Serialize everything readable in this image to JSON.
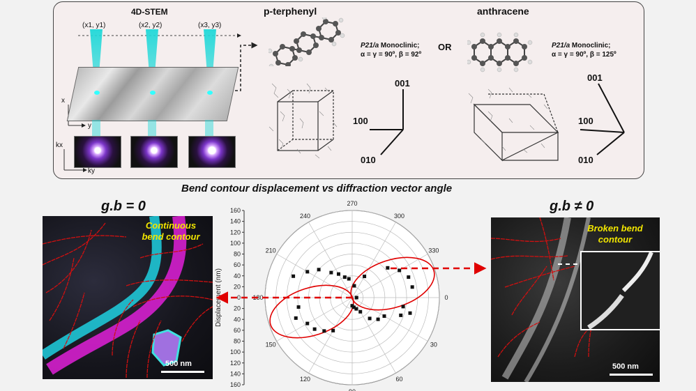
{
  "panel": {
    "technique": "4D-STEM",
    "probe_positions": [
      "(x1, y1)",
      "(x2, y2)",
      "(x3, y3)"
    ],
    "axis_x": "x",
    "axis_y": "y",
    "axis_kx": "kx",
    "axis_ky": "ky"
  },
  "crystals": {
    "terphenyl": {
      "name": "p-terphenyl",
      "space_group": "P21/a",
      "system": "Monoclinic;",
      "angles": "α = γ = 90º, β = 92º",
      "dirs": [
        "001",
        "100",
        "010"
      ]
    },
    "or_label": "OR",
    "anthracene": {
      "name": "anthracene",
      "space_group": "P21/a",
      "system": "Monoclinic;",
      "angles": "α = γ = 90º, β = 125º",
      "dirs": [
        "001",
        "100",
        "010"
      ]
    }
  },
  "section_title": "Bend contour displacement vs diffraction vector angle",
  "left": {
    "title": "g.b = 0",
    "caption_line1": "Continuous",
    "caption_line2": "bend contour",
    "scale": "500 nm"
  },
  "right": {
    "title": "g.b ≠ 0",
    "caption_line1": "Broken bend",
    "caption_line2": "contour",
    "scale": "500 nm"
  },
  "chart_data": {
    "type": "scatter",
    "coordinate_system": "polar",
    "ylabel": "Displacement (nm)",
    "radial_ticks": [
      0,
      20,
      40,
      60,
      80,
      100,
      120,
      140,
      160
    ],
    "angular_ticks": [
      0,
      30,
      60,
      90,
      120,
      150,
      180,
      210,
      240,
      270,
      300,
      330
    ],
    "series": [
      {
        "marker": "black-square",
        "points": [
          {
            "angle": 0,
            "r": 8
          },
          {
            "angle": 10,
            "r": 95
          },
          {
            "angle": 15,
            "r": 110
          },
          {
            "angle": 20,
            "r": 95
          },
          {
            "angle": 30,
            "r": 68
          },
          {
            "angle": 40,
            "r": 62
          },
          {
            "angle": 50,
            "r": 50
          },
          {
            "angle": 60,
            "r": 30
          },
          {
            "angle": 70,
            "r": 22
          },
          {
            "angle": 80,
            "r": 18
          },
          {
            "angle": 90,
            "r": 15
          },
          {
            "angle": 120,
            "r": 70
          },
          {
            "angle": 130,
            "r": 80
          },
          {
            "angle": 140,
            "r": 90
          },
          {
            "angle": 150,
            "r": 95
          },
          {
            "angle": 160,
            "r": 110
          },
          {
            "angle": 170,
            "r": 100
          },
          {
            "angle": 200,
            "r": 115
          },
          {
            "angle": 210,
            "r": 95
          },
          {
            "angle": 220,
            "r": 80
          },
          {
            "angle": 230,
            "r": 60
          },
          {
            "angle": 240,
            "r": 50
          },
          {
            "angle": 250,
            "r": 40
          },
          {
            "angle": 260,
            "r": 35
          },
          {
            "angle": 280,
            "r": 22
          },
          {
            "angle": 300,
            "r": 45
          },
          {
            "angle": 320,
            "r": 85
          },
          {
            "angle": 330,
            "r": 100
          },
          {
            "angle": 340,
            "r": 110
          },
          {
            "angle": 350,
            "r": 112
          }
        ]
      }
    ],
    "fit": "figure-eight"
  },
  "colors": {
    "panel_bg": "#f5eeee",
    "beam": "#1fd8d8",
    "fit": "#e00000",
    "caption": "#f2e600",
    "contour": "#d01010"
  }
}
